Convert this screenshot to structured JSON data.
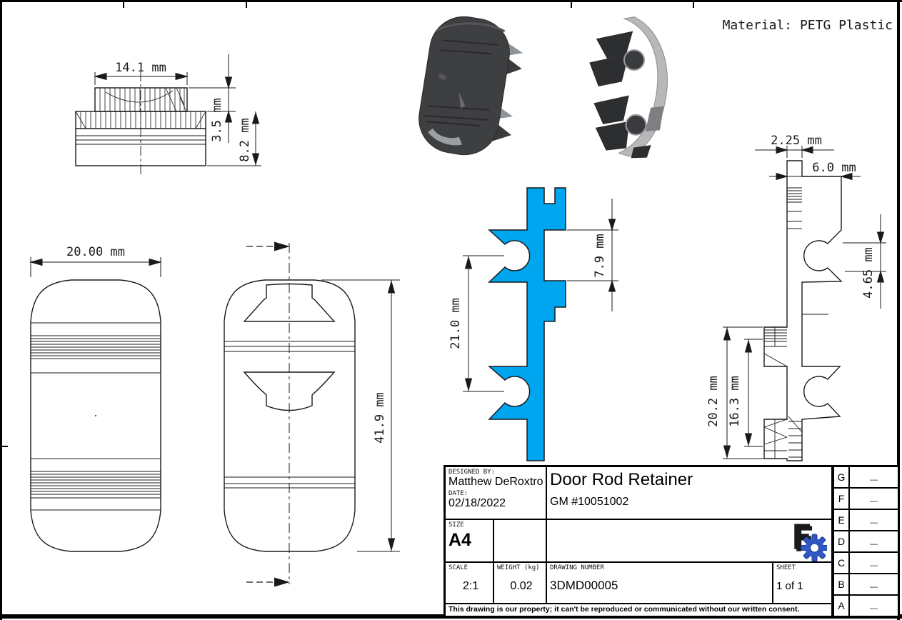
{
  "material_note": "Material: PETG Plastic",
  "colors": {
    "section_fill": "#00a5ef",
    "line": "#1a1a1a",
    "part_dark": "#3e3f41",
    "part_light": "#b6b8ba",
    "logo_orange": "#f44a10",
    "logo_red": "#b01c0e",
    "logo_blue": "#2f58c4"
  },
  "views": {
    "front": {
      "dim_width": "14.1 mm",
      "dim_boss": "3.5 mm",
      "dim_base": "8.2 mm"
    },
    "top": {
      "dim_width": "20.00 mm"
    },
    "side": {
      "dim_height": "41.9 mm"
    },
    "section": {
      "dim_pitch": "21.0 mm",
      "dim_gap": "7.9 mm"
    },
    "profile": {
      "dim_web": "2.25 mm",
      "dim_depth": "6.0 mm",
      "dim_mouth": "4.65 mm",
      "dim_outer": "20.2 mm",
      "dim_inner": "16.3 mm"
    }
  },
  "title_block": {
    "designed_by_label": "DESIGNED BY:",
    "designed_by": "Matthew DeRoxtro",
    "date_label": "DATE:",
    "date": "02/18/2022",
    "title": "Door Rod Retainer",
    "subtitle": "GM #10051002",
    "size_label": "SIZE",
    "size": "A4",
    "scale_label": "SCALE",
    "scale": "2:1",
    "weight_label": "WEIGHT (kg)",
    "weight": "0.02",
    "drawing_number_label": "DRAWING NUMBER",
    "drawing_number": "3DMD00005",
    "sheet_label": "SHEET",
    "sheet": "1 of 1",
    "disclaimer": "This drawing is our property; it can't be reproduced or communicated without our written consent."
  },
  "logo": {
    "letter": "F"
  },
  "revision_table": {
    "rows": [
      {
        "letter": "G",
        "value": "—"
      },
      {
        "letter": "F",
        "value": "—"
      },
      {
        "letter": "E",
        "value": "—"
      },
      {
        "letter": "D",
        "value": "—"
      },
      {
        "letter": "C",
        "value": "—"
      },
      {
        "letter": "B",
        "value": "—"
      },
      {
        "letter": "A",
        "value": "—"
      }
    ]
  }
}
